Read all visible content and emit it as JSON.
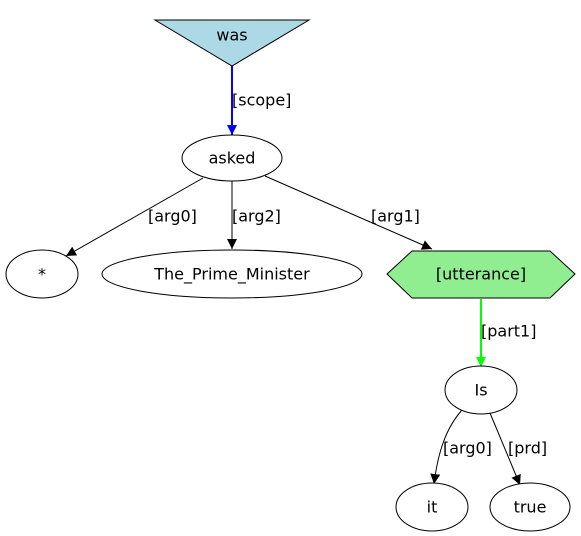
{
  "colors": {
    "background": "#ffffff",
    "stroke": "#000000",
    "default_fill": "#ffffff",
    "was_fill": "#add8e6",
    "utterance_fill": "#90ee90",
    "scope_edge": "#0000ff",
    "part1_edge": "#00ff00",
    "default_edge": "#000000"
  },
  "nodes": {
    "was": {
      "label": "was",
      "shape": "inverted-triangle"
    },
    "asked": {
      "label": "asked",
      "shape": "ellipse"
    },
    "star": {
      "label": "*",
      "shape": "ellipse"
    },
    "prime_minister": {
      "label": "The_Prime_Minister",
      "shape": "ellipse"
    },
    "utterance": {
      "label": "[utterance]",
      "shape": "hexagon"
    },
    "is": {
      "label": "Is",
      "shape": "ellipse"
    },
    "it": {
      "label": "it",
      "shape": "ellipse"
    },
    "true": {
      "label": "true",
      "shape": "ellipse"
    }
  },
  "edges": {
    "was_asked": {
      "from": "was",
      "to": "asked",
      "label": "[scope]"
    },
    "asked_star": {
      "from": "asked",
      "to": "*",
      "label": "[arg0]"
    },
    "asked_pm": {
      "from": "asked",
      "to": "The_Prime_Minister",
      "label": "[arg2]"
    },
    "asked_utterance": {
      "from": "asked",
      "to": "[utterance]",
      "label": "[arg1]"
    },
    "utterance_is": {
      "from": "[utterance]",
      "to": "Is",
      "label": "[part1]"
    },
    "is_it": {
      "from": "Is",
      "to": "it",
      "label": "[arg0]"
    },
    "is_true": {
      "from": "Is",
      "to": "true",
      "label": "[prd]"
    }
  }
}
